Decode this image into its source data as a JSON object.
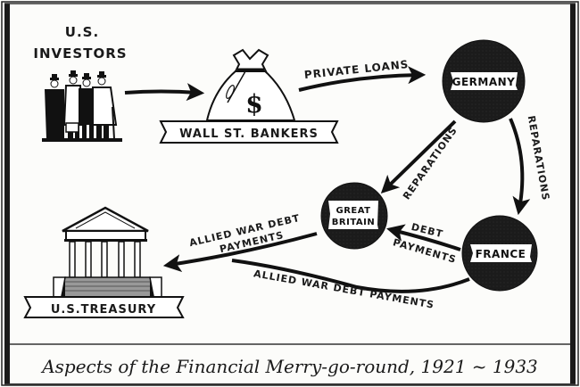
{
  "diagram": {
    "title": "Aspects of the Financial Merry-go-round, 1921 ~ 1933",
    "nodes": {
      "investors": {
        "label_line1": "U.S.",
        "label_line2": "INVESTORS",
        "icon": "people-group-icon"
      },
      "bankers": {
        "label": "WALL ST. BANKERS",
        "icon": "money-bag-icon",
        "symbol": "$"
      },
      "germany": {
        "label": "GERMANY"
      },
      "britain": {
        "label_line1": "GREAT",
        "label_line2": "BRITAIN"
      },
      "france": {
        "label": "FRANCE"
      },
      "treasury": {
        "label": "U.S.TREASURY",
        "icon": "classical-building-icon"
      }
    },
    "edges": [
      {
        "from": "investors",
        "to": "bankers",
        "label": ""
      },
      {
        "from": "bankers",
        "to": "germany",
        "label": "PRIVATE LOANS"
      },
      {
        "from": "germany",
        "to": "britain",
        "label": "REPARATIONS"
      },
      {
        "from": "germany",
        "to": "france",
        "label": "REPARATIONS"
      },
      {
        "from": "france",
        "to": "britain",
        "label_line1": "DEBT",
        "label_line2": "PAYMENTS"
      },
      {
        "from": "britain",
        "to": "treasury",
        "label_line1": "ALLIED WAR DEBT",
        "label_line2": "PAYMENTS"
      },
      {
        "from": "france",
        "to": "treasury",
        "label": "ALLIED WAR DEBT PAYMENTS"
      }
    ]
  }
}
